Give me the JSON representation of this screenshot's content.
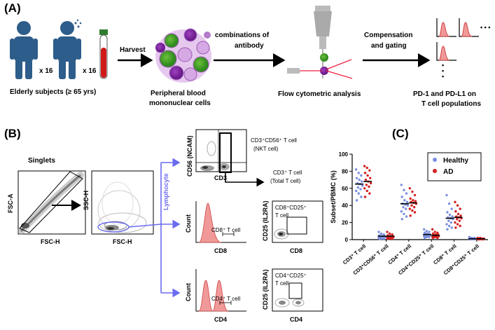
{
  "panel_a": {
    "label": "(A)",
    "subjects_label": "Elderly subjects (≥ 65 yrs)",
    "count_1": "x 16",
    "count_2": "x 16",
    "harvest": "Harvest",
    "pbmc_line1": "Peripheral blood",
    "pbmc_line2": "mononuclear cells",
    "antibody_line1": "combinations of",
    "antibody_line2": "antibody",
    "flow_label": "Flow cytometric analysis",
    "comp_line1": "Compensation",
    "comp_line2": "and gating",
    "result_line1": "PD-1 and PD-L1 on",
    "result_line2": "T cell populations",
    "ellipsis_h": "• • •",
    "ellipsis_v": "•"
  },
  "panel_b": {
    "label": "(B)",
    "singlets": "Singlets",
    "p1_y": "FSC-A",
    "p1_x": "FSC-H",
    "p2_y": "SSC-H",
    "p2_x": "FSC-H",
    "lymphocyte": "Lymphocyte",
    "p3_y": "CD56 (NCAM)",
    "p3_x": "CD3",
    "nkt_line1": "CD3⁺CD56⁺ T cell",
    "nkt_line2": "(NKT cell)",
    "total_line1": "CD3⁺ T cell",
    "total_line2": "(Total T cell)",
    "h8_y": "Count",
    "h8_x": "CD8",
    "h8_gate": "CD8⁺ T cell",
    "d8_y": "CD25 (IL2RA)",
    "d8_x": "CD8",
    "d8_line1": "CD8⁺CD25⁺",
    "d8_line2": "T cell",
    "h4_y": "Count",
    "h4_x": "CD4",
    "h4_gate": "CD4⁺ T cell",
    "d4_y": "CD25 (IL2RA)",
    "d4_x": "CD4",
    "d4_line1": "CD4⁺CD25⁺",
    "d4_line2": "T cell"
  },
  "panel_c": {
    "label": "(C)"
  },
  "chart_data": {
    "type": "scatter",
    "ylabel": "Subset/PBMC (%)",
    "ylim": [
      0,
      100
    ],
    "yticks": [
      0,
      20,
      40,
      60,
      80,
      100
    ],
    "categories": [
      "CD3⁺ T cell",
      "CD3⁺CD56⁺ T cell",
      "CD4⁺ T cell",
      "CD4⁺CD25⁺ T cell",
      "CD8⁺ T cell",
      "CD8⁺CD25⁺ T cell"
    ],
    "legend_position": "top-right",
    "series": [
      {
        "name": "Healthy",
        "color": "#7b8fe0",
        "median": [
          65,
          4,
          42,
          6,
          25,
          1
        ],
        "values": [
          [
            82,
            78,
            75,
            72,
            70,
            68,
            66,
            65,
            63,
            61,
            59,
            57,
            54,
            50,
            46
          ],
          [
            9,
            7,
            6,
            5,
            4,
            4,
            3,
            3,
            3,
            2,
            2,
            2,
            1,
            1,
            1
          ],
          [
            64,
            58,
            54,
            50,
            46,
            44,
            42,
            41,
            40,
            38,
            36,
            33,
            30,
            27,
            24
          ],
          [
            12,
            10,
            9,
            8,
            7,
            6,
            6,
            6,
            5,
            5,
            4,
            4,
            3,
            3,
            2
          ],
          [
            52,
            42,
            36,
            32,
            29,
            27,
            26,
            25,
            24,
            22,
            20,
            18,
            16,
            14,
            12
          ],
          [
            3,
            2,
            2,
            2,
            1,
            1,
            1,
            1,
            1,
            1,
            0.5,
            0.5,
            0.5,
            0.5,
            0.3
          ]
        ]
      },
      {
        "name": "AD",
        "color": "#d42020",
        "median": [
          68,
          4,
          43,
          5,
          26,
          1
        ],
        "values": [
          [
            86,
            84,
            81,
            78,
            75,
            72,
            70,
            68,
            66,
            64,
            62,
            60,
            57,
            54,
            50
          ],
          [
            9,
            7,
            6,
            5,
            4,
            4,
            3,
            3,
            3,
            2,
            2,
            2,
            1,
            1,
            1
          ],
          [
            60,
            56,
            52,
            48,
            46,
            45,
            44,
            43,
            42,
            40,
            38,
            36,
            34,
            32,
            28
          ],
          [
            12,
            9,
            8,
            7,
            6,
            6,
            5,
            5,
            4,
            4,
            3,
            3,
            3,
            2,
            2
          ],
          [
            44,
            40,
            36,
            33,
            30,
            28,
            27,
            26,
            25,
            24,
            22,
            20,
            18,
            16,
            14
          ],
          [
            2,
            2,
            1,
            1,
            1,
            1,
            1,
            1,
            1,
            0.5,
            0.5,
            0.5,
            0.5,
            0.3,
            0.3
          ]
        ]
      }
    ]
  }
}
